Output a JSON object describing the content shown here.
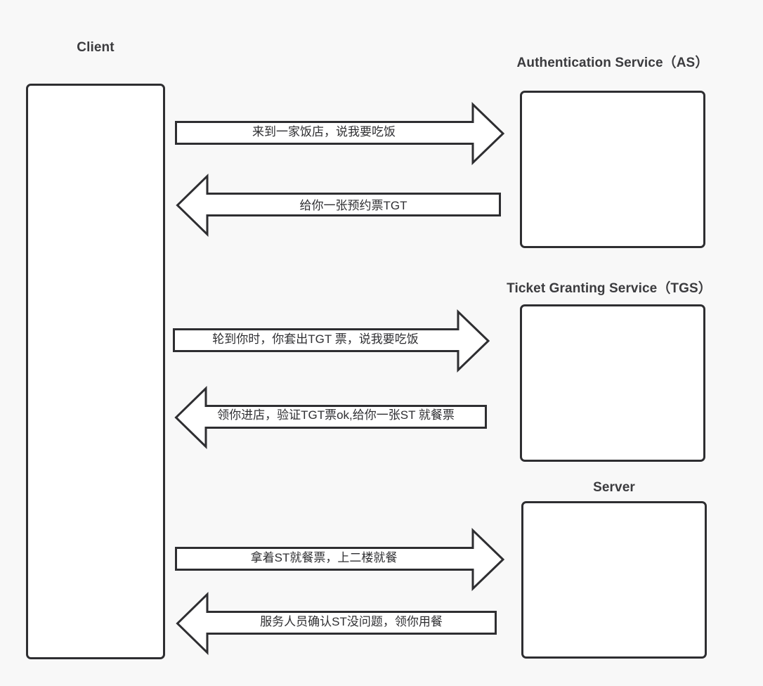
{
  "diagram": {
    "title_client": "Client",
    "background_color": "#f8f8f8",
    "stroke_color": "#2e2e31",
    "fill_color": "#ffffff",
    "text_color": "#2f2f32"
  },
  "actors": [
    {
      "id": "client",
      "label": "Client"
    },
    {
      "id": "as",
      "label": "Authentication Service（AS）"
    },
    {
      "id": "tgs",
      "label": "Ticket Granting Service（TGS）"
    },
    {
      "id": "server",
      "label": "Server"
    }
  ],
  "messages": [
    {
      "id": "msg-1",
      "direction": "right",
      "from": "client",
      "to": "as",
      "label": "来到一家饭店，说我要吃饭"
    },
    {
      "id": "msg-2",
      "direction": "left",
      "from": "as",
      "to": "client",
      "label": "给你一张预约票TGT"
    },
    {
      "id": "msg-3",
      "direction": "right",
      "from": "client",
      "to": "tgs",
      "label": "轮到你时，你套出TGT 票，说我要吃饭"
    },
    {
      "id": "msg-4",
      "direction": "left",
      "from": "tgs",
      "to": "client",
      "label": "领你进店，验证TGT票ok,给你一张ST 就餐票"
    },
    {
      "id": "msg-5",
      "direction": "right",
      "from": "client",
      "to": "server",
      "label": "拿着ST就餐票，上二楼就餐"
    },
    {
      "id": "msg-6",
      "direction": "left",
      "from": "server",
      "to": "client",
      "label": "服务人员确认ST没问题，领你用餐"
    }
  ]
}
